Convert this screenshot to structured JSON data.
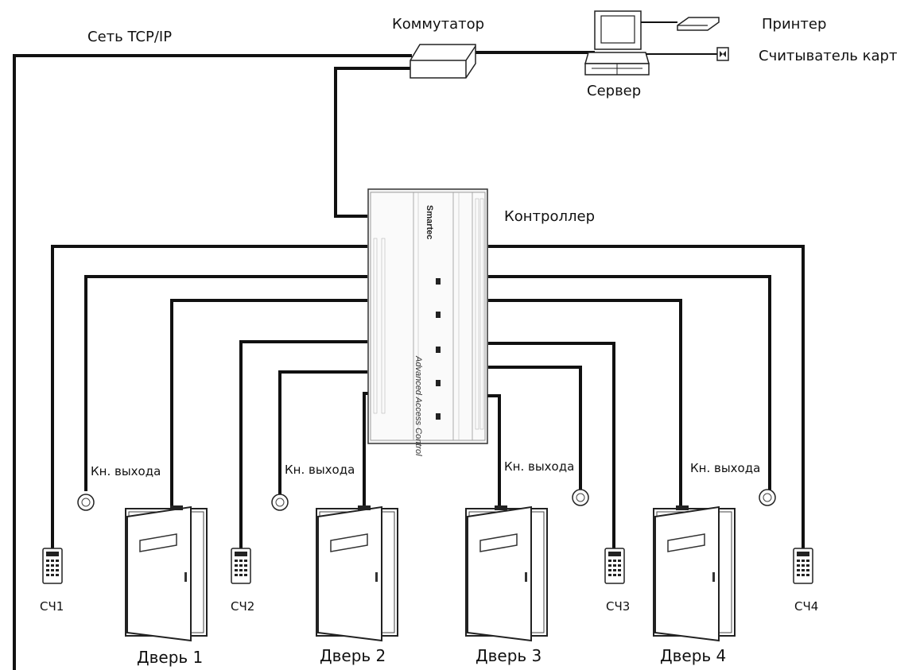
{
  "labels": {
    "network": "Сеть TCP/IP",
    "switch": "Коммутатор",
    "printer": "Принтер",
    "card_reader": "Считыватель карт",
    "server": "Сервер",
    "controller": "Контроллер",
    "exit_button": "Кн. выхода",
    "readers": [
      "СЧ1",
      "СЧ2",
      "СЧ3",
      "СЧ4"
    ],
    "doors": [
      "Дверь 1",
      "Дверь 2",
      "Дверь 3",
      "Дверь 4"
    ]
  },
  "controller_panel": {
    "brand": "Smartec",
    "product": "Advanced Access Control"
  }
}
